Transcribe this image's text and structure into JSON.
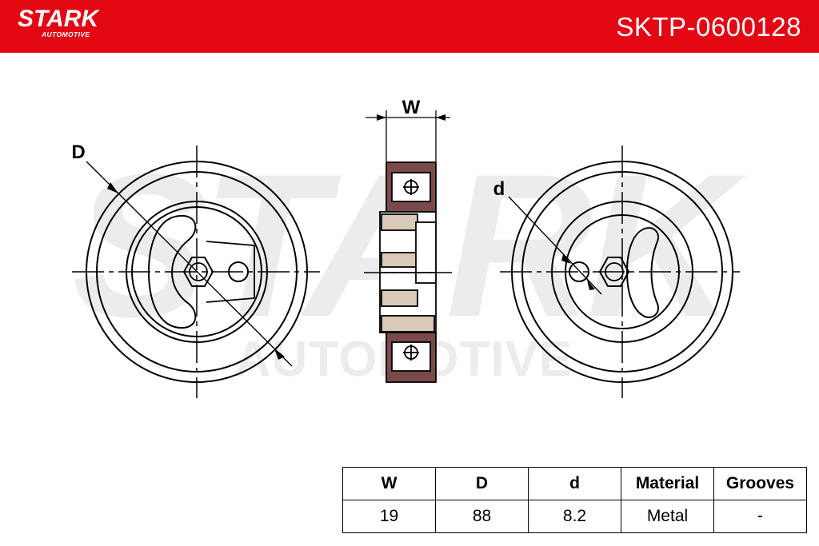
{
  "brand": {
    "name": "STARK",
    "tagline": "AUTOMOTIVE"
  },
  "part_number": "SKTP-0600128",
  "watermark": {
    "main": "STARK",
    "sub": "AUTOMOTIVE"
  },
  "dimension_labels": {
    "width": "W",
    "diameter": "D",
    "bore": "d"
  },
  "specs": {
    "headers": [
      "W",
      "D",
      "d",
      "Material",
      "Grooves"
    ],
    "values": [
      "19",
      "88",
      "8.2",
      "Metal",
      "-"
    ]
  },
  "colors": {
    "brand_red": "#e30613",
    "line": "#000000",
    "watermark": "#ececec"
  }
}
